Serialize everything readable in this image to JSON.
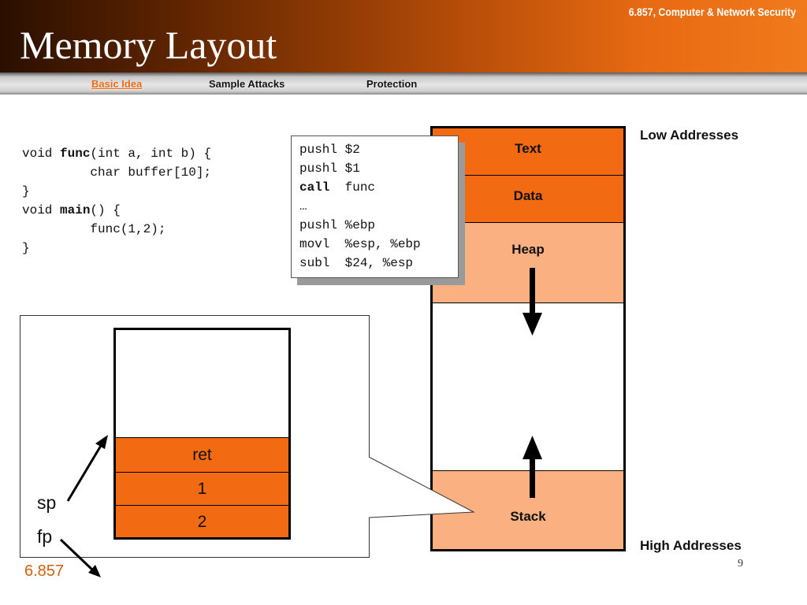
{
  "header": {
    "course_title": "6.857, Computer & Network Security",
    "slide_title": "Memory Layout"
  },
  "nav": {
    "items": [
      {
        "label": "Basic Idea",
        "active": true
      },
      {
        "label": "Sample Attacks",
        "active": false
      },
      {
        "label": "Protection",
        "active": false
      }
    ]
  },
  "code": {
    "lines": [
      {
        "pre": "void ",
        "kw": "func",
        "post": "(int a, int b) {"
      },
      {
        "pre": "         char buffer[10];",
        "kw": "",
        "post": ""
      },
      {
        "pre": "}",
        "kw": "",
        "post": ""
      },
      {
        "pre": "void ",
        "kw": "main",
        "post": "() {"
      },
      {
        "pre": "         func(1,2);",
        "kw": "",
        "post": ""
      },
      {
        "pre": "}",
        "kw": "",
        "post": ""
      }
    ]
  },
  "assembly": {
    "lines": [
      {
        "kw": "",
        "rest": "pushl $2"
      },
      {
        "kw": "",
        "rest": "pushl $1"
      },
      {
        "kw": "call",
        "rest": "  func"
      },
      {
        "kw": "",
        "rest": "…"
      },
      {
        "kw": "",
        "rest": "pushl %ebp"
      },
      {
        "kw": "",
        "rest": "movl  %esp, %ebp"
      },
      {
        "kw": "",
        "rest": "subl  $24, %esp"
      }
    ]
  },
  "memory": {
    "segments": {
      "text": "Text",
      "data": "Data",
      "heap": "Heap",
      "stack": "Stack"
    },
    "low_label": "Low Addresses",
    "high_label": "High Addresses"
  },
  "stack_frame": {
    "cells": [
      "ret",
      "1",
      "2"
    ],
    "sp_label": "sp",
    "fp_label": "fp"
  },
  "footer": {
    "course": "6.857",
    "page": "9"
  },
  "colors": {
    "accent_orange": "#f26a12",
    "light_orange": "#fbb082",
    "footer_orange": "#d55d0c"
  }
}
